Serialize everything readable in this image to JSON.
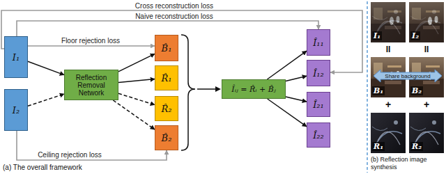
{
  "diagram": {
    "nodes": [
      {
        "text": [
          "I₁"
        ]
      },
      {
        "text": [
          "I₂"
        ]
      },
      {
        "text": [
          "Reflection Removal Network"
        ]
      },
      {
        "text": [
          "B̂₁"
        ]
      },
      {
        "text": [
          "R̂₁"
        ]
      },
      {
        "text": [
          "R̂₂"
        ]
      },
      {
        "text": [
          "B̂₂"
        ]
      },
      {
        "text": [
          "Îᵢⱼ = R̂ᵢ + B̂ⱼ"
        ]
      },
      {
        "text": [
          "Î₁₁"
        ]
      },
      {
        "text": [
          "Î₁₂"
        ]
      },
      {
        "text": [
          "Î₂₁"
        ]
      },
      {
        "text": [
          "Î₂₂"
        ]
      }
    ],
    "edges": [
      {
        "from": 0,
        "to": 2,
        "arrow": "to"
      },
      {
        "from": 1,
        "to": 2,
        "arrow": "to"
      },
      {
        "from": 2,
        "to": 3,
        "arrow": "to"
      },
      {
        "from": 2,
        "to": 4,
        "arrow": "to"
      },
      {
        "from": 2,
        "to": 5,
        "arrow": "to"
      },
      {
        "from": 2,
        "to": 6,
        "arrow": "to"
      },
      {
        "from": 7,
        "to": 8,
        "arrow": "to"
      },
      {
        "from": 7,
        "to": 9,
        "arrow": "to"
      },
      {
        "from": 7,
        "to": 10,
        "arrow": "to"
      },
      {
        "from": 7,
        "to": 11,
        "arrow": "to"
      },
      {
        "from": 0,
        "to": 9,
        "label": "Cross reconstruction loss",
        "arrow": "to"
      },
      {
        "from": 0,
        "to": 8,
        "label": "Naive reconstruction loss",
        "arrow": "to"
      },
      {
        "from": 0,
        "to": 3,
        "label": "Floor rejection loss",
        "arrow": "to"
      },
      {
        "from": 1,
        "to": 6,
        "label": "Ceiling rejection loss",
        "arrow": "to"
      }
    ],
    "labels": [
      "(a) The overall framework",
      "I₁",
      "I₂",
      "II",
      "II",
      "B₁",
      "B₂",
      "Share background",
      "+",
      "+",
      "R₁",
      "R₂",
      "(b) Reflection image synthesis"
    ]
  }
}
